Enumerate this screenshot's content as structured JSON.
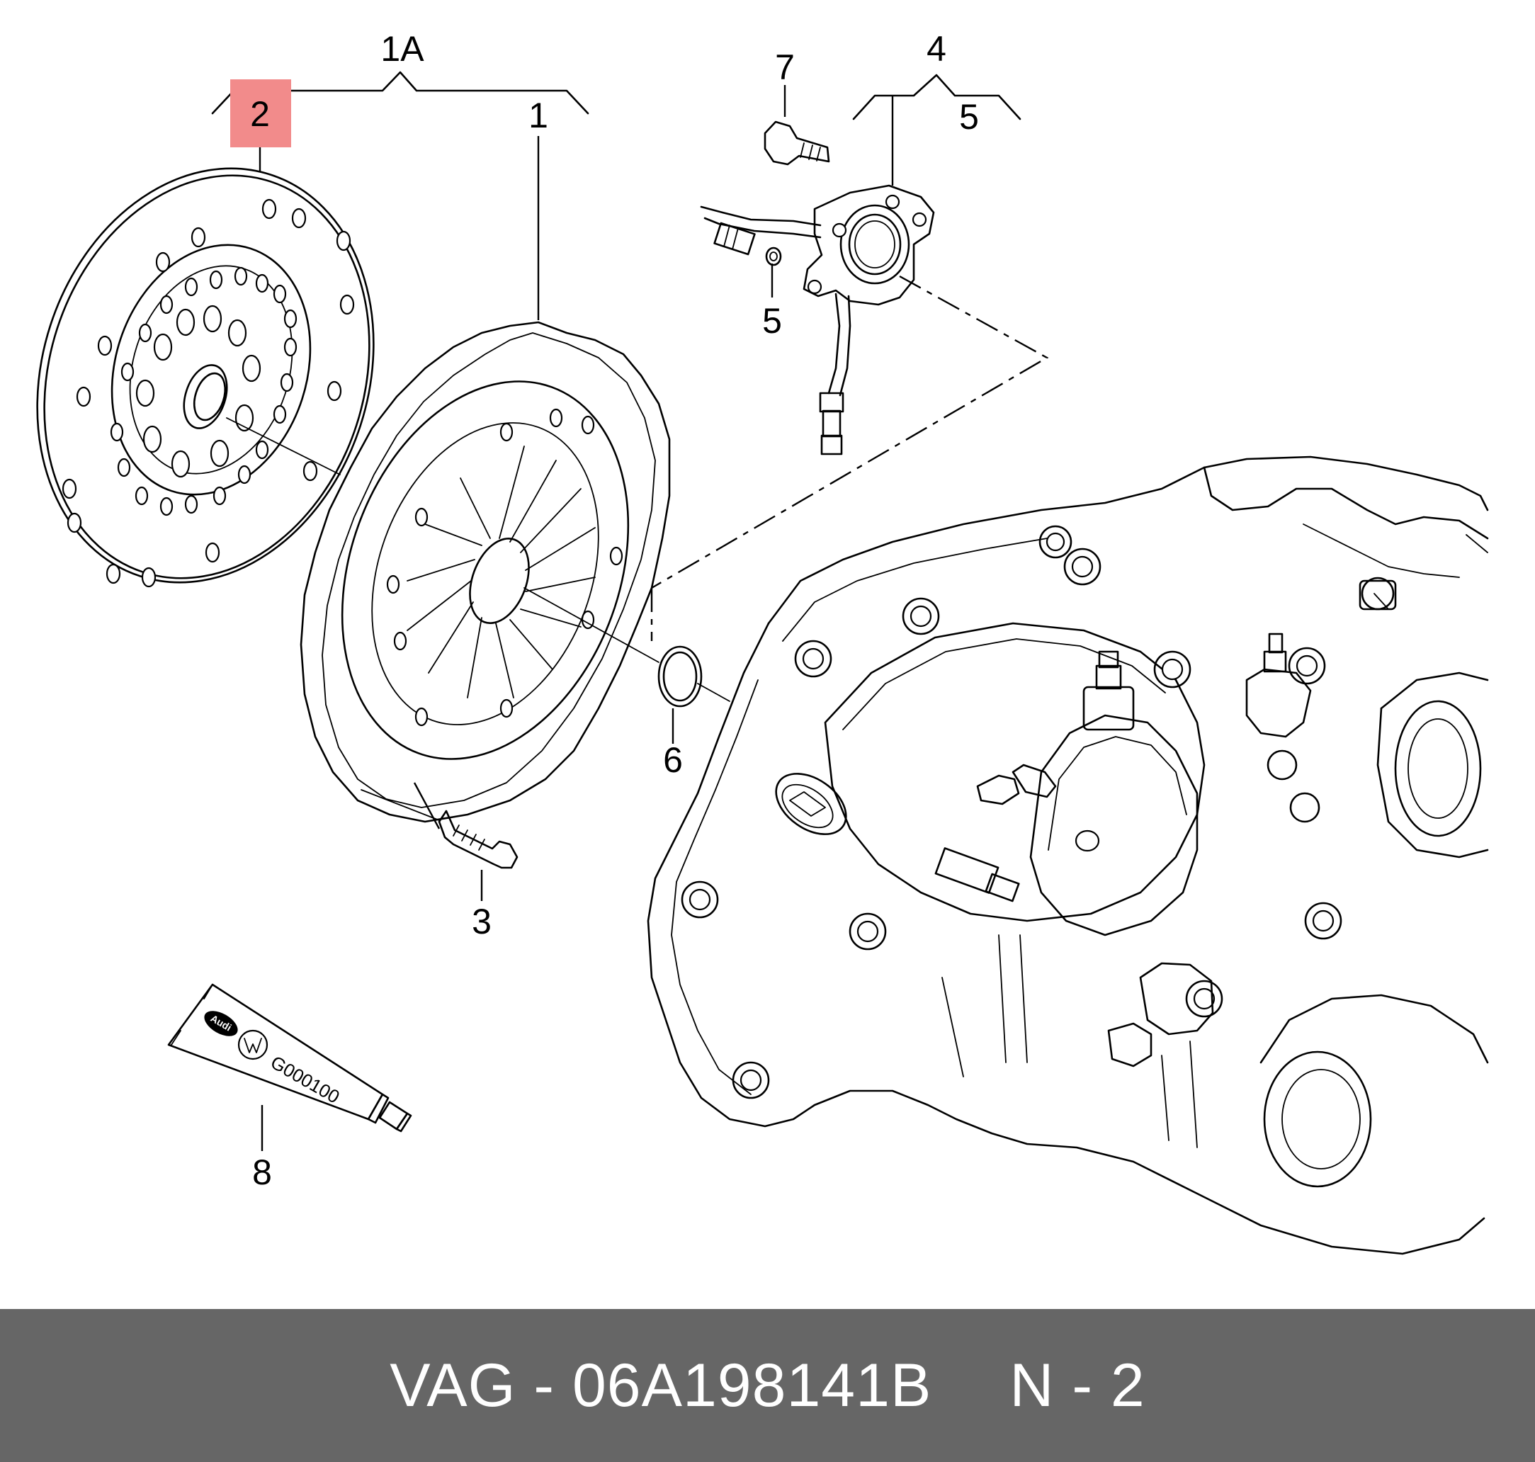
{
  "callouts": {
    "c_1A": "1A",
    "c_1": "1",
    "c_2": "2",
    "c_3": "3",
    "c_4": "4",
    "c_5_top": "5",
    "c_5_low": "5",
    "c_6": "6",
    "c_7": "7",
    "c_8": "8"
  },
  "tube": {
    "code": "G000100",
    "logo_audi": "Audi",
    "logo_vw": "VW"
  },
  "colors": {
    "highlight": "#f28b8b",
    "footer_bg": "#666666",
    "footer_text": "#ffffff"
  },
  "footer": {
    "part_label": "VAG - 06A198141B",
    "position_label": "N - 2"
  }
}
